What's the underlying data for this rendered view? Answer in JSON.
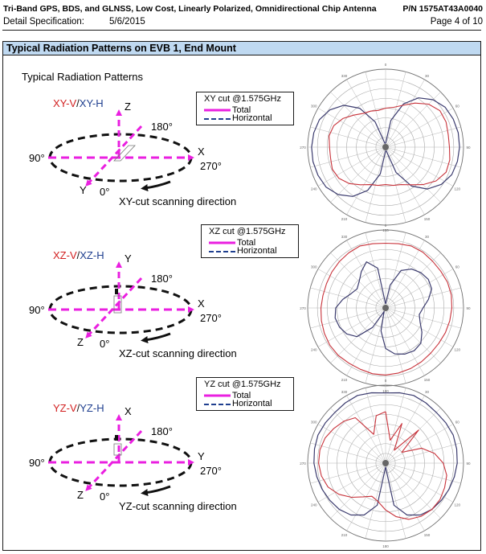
{
  "header": {
    "title": "Tri-Band GPS, BDS, and GLNSS, Low Cost, Linearly Polarized, Omnidirectional Chip Antenna",
    "part_number": "P/N 1575AT43A0040",
    "spec_label": "Detail Specification:",
    "date": "5/6/2015",
    "page": "Page 4 of 10"
  },
  "section_title": "Typical Radiation Patterns on EVB 1, End Mount",
  "subtitle": "Typical Radiation Patterns",
  "colors": {
    "magenta": "#ea1fe0",
    "red": "#d21f1f",
    "blue": "#1f3f8f",
    "section_bg": "#bfd9f1",
    "dark": "#111111"
  },
  "panels": [
    {
      "id": "xy",
      "cut_title_v": "XY-V",
      "cut_sep": "/",
      "cut_title_h": "XY-H",
      "axis_up": "Z",
      "axis_right": "X",
      "axis_diag": "Y",
      "angle_back": "180°",
      "angle_left": "90°",
      "angle_right": "270°",
      "angle_front": "0°",
      "scan_label": "XY-cut scanning direction",
      "legend_title": "XY cut @1.575GHz",
      "legend_total": "Total",
      "legend_horizontal": "Horizontal"
    },
    {
      "id": "xz",
      "cut_title_v": "XZ-V",
      "cut_sep": "/",
      "cut_title_h": "XZ-H",
      "axis_up": "Y",
      "axis_right": "X",
      "axis_diag": "Z",
      "angle_back": "180°",
      "angle_left": "90°",
      "angle_right": "270°",
      "angle_front": "0°",
      "scan_label": "XZ-cut scanning direction",
      "legend_title": "XZ cut @1.575GHz",
      "legend_total": "Total",
      "legend_horizontal": "Horizontal"
    },
    {
      "id": "yz",
      "cut_title_v": "YZ-V",
      "cut_sep": "/",
      "cut_title_h": "YZ-H",
      "axis_up": "X",
      "axis_right": "Y",
      "axis_diag": "Z",
      "angle_back": "180°",
      "angle_left": "90°",
      "angle_right": "270°",
      "angle_front": "0°",
      "scan_label": "YZ-cut scanning direction",
      "legend_title": "YZ cut @1.575GHz",
      "legend_total": "Total",
      "legend_horizontal": "Horizontal"
    }
  ],
  "polar_tick_labels": [
    "0",
    "30",
    "60",
    "90",
    "120",
    "150",
    "180",
    "210",
    "240",
    "270",
    "300",
    "330"
  ],
  "polar_patterns": [
    {
      "red": [
        0.5,
        0.52,
        0.58,
        0.68,
        0.78,
        0.84,
        0.84,
        0.82,
        0.82,
        0.84,
        0.84,
        0.78,
        0.68,
        0.58,
        0.52,
        0.5,
        0.48,
        0.5,
        0.52,
        0.58,
        0.66,
        0.72,
        0.74,
        0.72,
        0.72,
        0.74,
        0.72,
        0.66,
        0.58,
        0.52,
        0.5,
        0.48
      ],
      "blue": [
        0.05,
        0.35,
        0.6,
        0.76,
        0.86,
        0.92,
        0.94,
        0.95,
        0.95,
        0.94,
        0.92,
        0.86,
        0.76,
        0.6,
        0.35,
        0.05,
        0.05,
        0.35,
        0.6,
        0.76,
        0.86,
        0.92,
        0.94,
        0.95,
        0.95,
        0.94,
        0.92,
        0.86,
        0.76,
        0.6,
        0.35,
        0.05
      ]
    },
    {
      "red": [
        0.83,
        0.84,
        0.86,
        0.86,
        0.85,
        0.85,
        0.86,
        0.86,
        0.85,
        0.84,
        0.83,
        0.82,
        0.82,
        0.83,
        0.84,
        0.85,
        0.86,
        0.86,
        0.85,
        0.85,
        0.86,
        0.86,
        0.85,
        0.84,
        0.83,
        0.82,
        0.82,
        0.83,
        0.84,
        0.85,
        0.86,
        0.84
      ],
      "blue": [
        0.05,
        0.3,
        0.52,
        0.6,
        0.64,
        0.66,
        0.64,
        0.56,
        0.48,
        0.44,
        0.48,
        0.56,
        0.64,
        0.66,
        0.64,
        0.6,
        0.52,
        0.3,
        0.05,
        0.3,
        0.52,
        0.6,
        0.64,
        0.66,
        0.64,
        0.56,
        0.48,
        0.44,
        0.48,
        0.56,
        0.64,
        0.52
      ]
    },
    {
      "red": [
        0.66,
        0.3,
        0.55,
        0.2,
        0.6,
        0.25,
        0.5,
        0.64,
        0.74,
        0.8,
        0.82,
        0.84,
        0.84,
        0.82,
        0.78,
        0.7,
        0.6,
        0.5,
        0.46,
        0.52,
        0.62,
        0.72,
        0.8,
        0.84,
        0.86,
        0.86,
        0.84,
        0.8,
        0.76,
        0.7,
        0.4,
        0.62
      ],
      "blue": [
        0.9,
        0.92,
        0.94,
        0.93,
        0.92,
        0.93,
        0.94,
        0.93,
        0.92,
        0.9,
        0.88,
        0.86,
        0.84,
        0.8,
        0.72,
        0.55,
        0.05,
        0.55,
        0.72,
        0.8,
        0.84,
        0.86,
        0.88,
        0.9,
        0.92,
        0.93,
        0.94,
        0.93,
        0.92,
        0.93,
        0.94,
        0.92
      ]
    }
  ]
}
